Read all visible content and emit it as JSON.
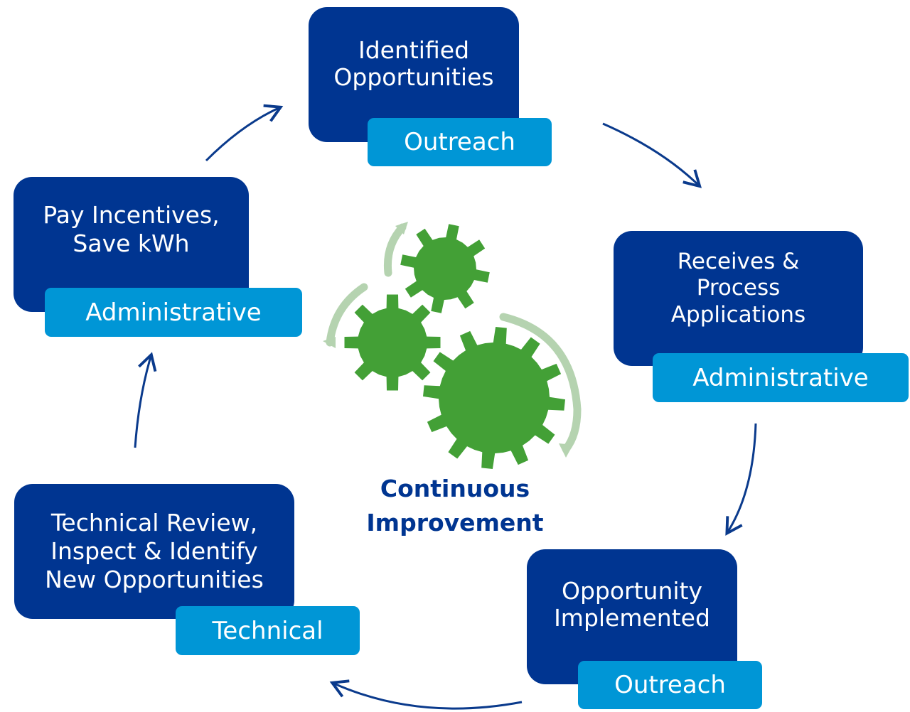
{
  "diagram": {
    "center_label": "Continuous\nImprovement",
    "steps": [
      {
        "title": "Identified\nOpportunities",
        "tag": "Outreach"
      },
      {
        "title": "Receives &\nProcess\nApplications",
        "tag": "Administrative"
      },
      {
        "title": "Opportunity\nImplemented",
        "tag": "Outreach"
      },
      {
        "title": "Technical Review,\nInspect & Identify\nNew Opportunities",
        "tag": "Technical"
      },
      {
        "title": "Pay Incentives,\nSave kWh",
        "tag": "Administrative"
      }
    ]
  },
  "colors": {
    "box": "#003591",
    "tag": "#0096d6",
    "arrow": "#0a3a8c",
    "gear": "#43a036",
    "gear_arrow": "#b5d3b0",
    "center_text": "#003591"
  },
  "icons": {
    "gears": "gears-icon",
    "cycle_arrows": "curved-arrow-icon"
  }
}
